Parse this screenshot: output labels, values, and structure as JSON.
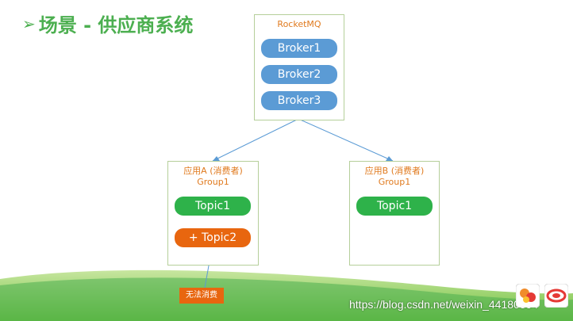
{
  "title": {
    "arrow": "➢",
    "text": "场景 - 供应商系统"
  },
  "rocketmq": {
    "label": "RocketMQ",
    "brokers": [
      "Broker1",
      "Broker2",
      "Broker3"
    ]
  },
  "app_a": {
    "label_line1": "应用A (消费者)",
    "label_line2": "Group1",
    "topic1": "Topic1",
    "topic2": "+ Topic2"
  },
  "app_b": {
    "label_line1": "应用B (消费者)",
    "label_line2": "Group1",
    "topic1": "Topic1"
  },
  "note": "无法消费",
  "watermark": "https://blog.csdn.net/weixin_44180594",
  "colors": {
    "title_green": "#4caf50",
    "broker_blue": "#5b9bd5",
    "topic_green": "#2eb24a",
    "topic_orange": "#e8660f",
    "label_orange": "#e07a1e",
    "box_border": "#b5cf9a",
    "connector": "#5b9bd5"
  }
}
